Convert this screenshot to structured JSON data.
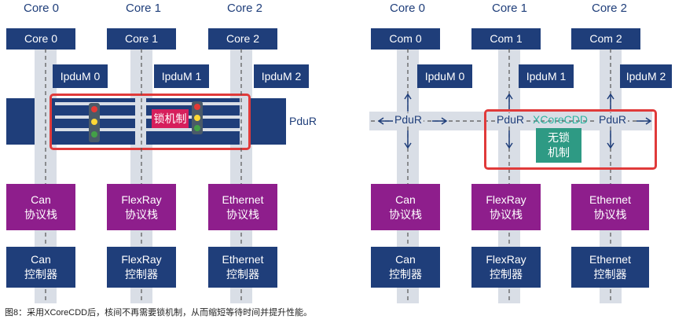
{
  "caption": "图8：采用XCoreCDD后，核间不再需要锁机制，从而缩短等待时间并提升性能。",
  "left": {
    "core_headers": [
      "Core 0",
      "Core 1",
      "Core 2"
    ],
    "cores": [
      "Core 0",
      "Core 1",
      "Core 2"
    ],
    "ipdum": [
      "IpduM 0",
      "IpduM 1",
      "IpduM 2"
    ],
    "pdur": "PduR",
    "lock": "锁机制",
    "stacks": [
      {
        "line1": "Can",
        "line2": "协议栈"
      },
      {
        "line1": "FlexRay",
        "line2": "协议栈"
      },
      {
        "line1": "Ethernet",
        "line2": "协议栈"
      }
    ],
    "controllers": [
      {
        "line1": "Can",
        "line2": "控制器"
      },
      {
        "line1": "FlexRay",
        "line2": "控制器"
      },
      {
        "line1": "Ethernet",
        "line2": "控制器"
      }
    ]
  },
  "right": {
    "core_headers": [
      "Core 0",
      "Core 1",
      "Core 2"
    ],
    "cores": [
      "Com 0",
      "Com 1",
      "Com 2"
    ],
    "ipdum": [
      "IpduM 0",
      "IpduM 1",
      "IpduM 2"
    ],
    "pdur_labels": [
      "PduR",
      "PduR",
      "PduR"
    ],
    "xcorecdd": "XCoreCDD",
    "lockfree": {
      "line1": "无锁",
      "line2": "机制"
    },
    "stacks": [
      {
        "line1": "Can",
        "line2": "协议栈"
      },
      {
        "line1": "FlexRay",
        "line2": "协议栈"
      },
      {
        "line1": "Ethernet",
        "line2": "协议栈"
      }
    ],
    "controllers": [
      {
        "line1": "Can",
        "line2": "控制器"
      },
      {
        "line1": "FlexRay",
        "line2": "控制器"
      },
      {
        "line1": "Ethernet",
        "line2": "控制器"
      }
    ]
  },
  "colors": {
    "navy": "#1f3e7a",
    "purple": "#8e1e8c",
    "lane": "#d9dee6",
    "red": "#e03a3a",
    "teal": "#2e9a84",
    "xcore_text": "#2fb3a0",
    "lock_bg": "#d61f5c"
  }
}
